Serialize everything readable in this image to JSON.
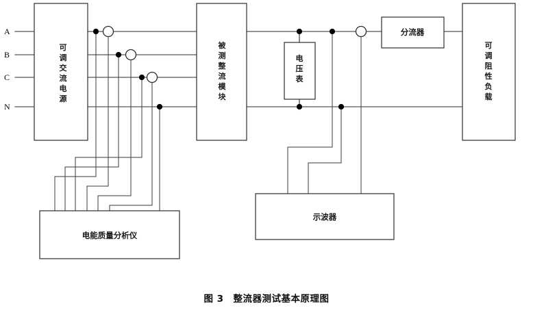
{
  "figure": {
    "caption_number": "图 3",
    "caption_title": "整流器测试基本原理图",
    "caption_full": "图 3　整流器测试基本原理图",
    "type": "block-schematic"
  },
  "phase_labels": [
    {
      "name": "phase-a",
      "text": "A"
    },
    {
      "name": "phase-b",
      "text": "B"
    },
    {
      "name": "phase-c",
      "text": "C"
    },
    {
      "name": "neutral-n",
      "text": "N"
    }
  ],
  "blocks": [
    {
      "id": "ac-source",
      "label": "可调交流电源",
      "orientation": "vertical",
      "role": "adjustable AC power source"
    },
    {
      "id": "rectifier-module",
      "label": "被测整流模块",
      "orientation": "vertical",
      "role": "rectifier module under test"
    },
    {
      "id": "voltmeter",
      "label": "电压表",
      "orientation": "vertical",
      "role": "voltmeter"
    },
    {
      "id": "shunt",
      "label": "分流器",
      "orientation": "horizontal",
      "role": "current shunt"
    },
    {
      "id": "resistive-load",
      "label": "可调阻性负载",
      "orientation": "vertical",
      "role": "adjustable resistive load"
    },
    {
      "id": "power-analyzer",
      "label": "电能质量分析仪",
      "orientation": "horizontal",
      "role": "power quality analyzer"
    },
    {
      "id": "oscilloscope",
      "label": "示波器",
      "orientation": "horizontal",
      "role": "oscilloscope"
    }
  ],
  "colors": {
    "line": "#2b2b2b",
    "background": "#ffffff",
    "text": "#1a1a1a",
    "node_fill": "#000000"
  }
}
